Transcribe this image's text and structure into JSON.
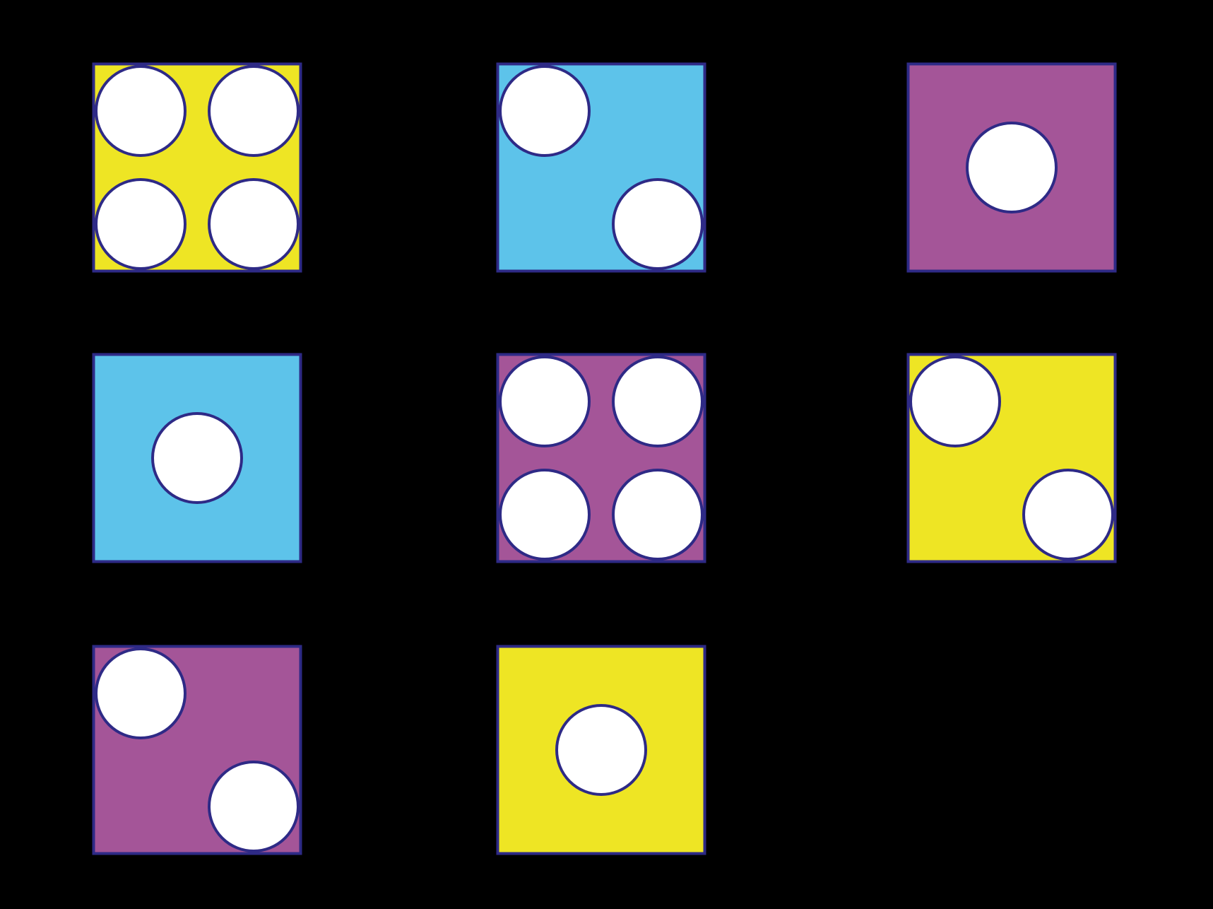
{
  "colors": {
    "background": "#000000",
    "outline": "#2e2a86",
    "dot": "#ffffff",
    "yellow": "#eee524",
    "blue": "#5dc3ea",
    "purple": "#a45598"
  },
  "dice": [
    {
      "color": "yellow",
      "dots": 4
    },
    {
      "color": "blue",
      "dots": 2
    },
    {
      "color": "purple",
      "dots": 1
    },
    {
      "color": "blue",
      "dots": 1
    },
    {
      "color": "purple",
      "dots": 4
    },
    {
      "color": "yellow",
      "dots": 2
    },
    {
      "color": "purple",
      "dots": 2
    },
    {
      "color": "yellow",
      "dots": 1
    }
  ]
}
